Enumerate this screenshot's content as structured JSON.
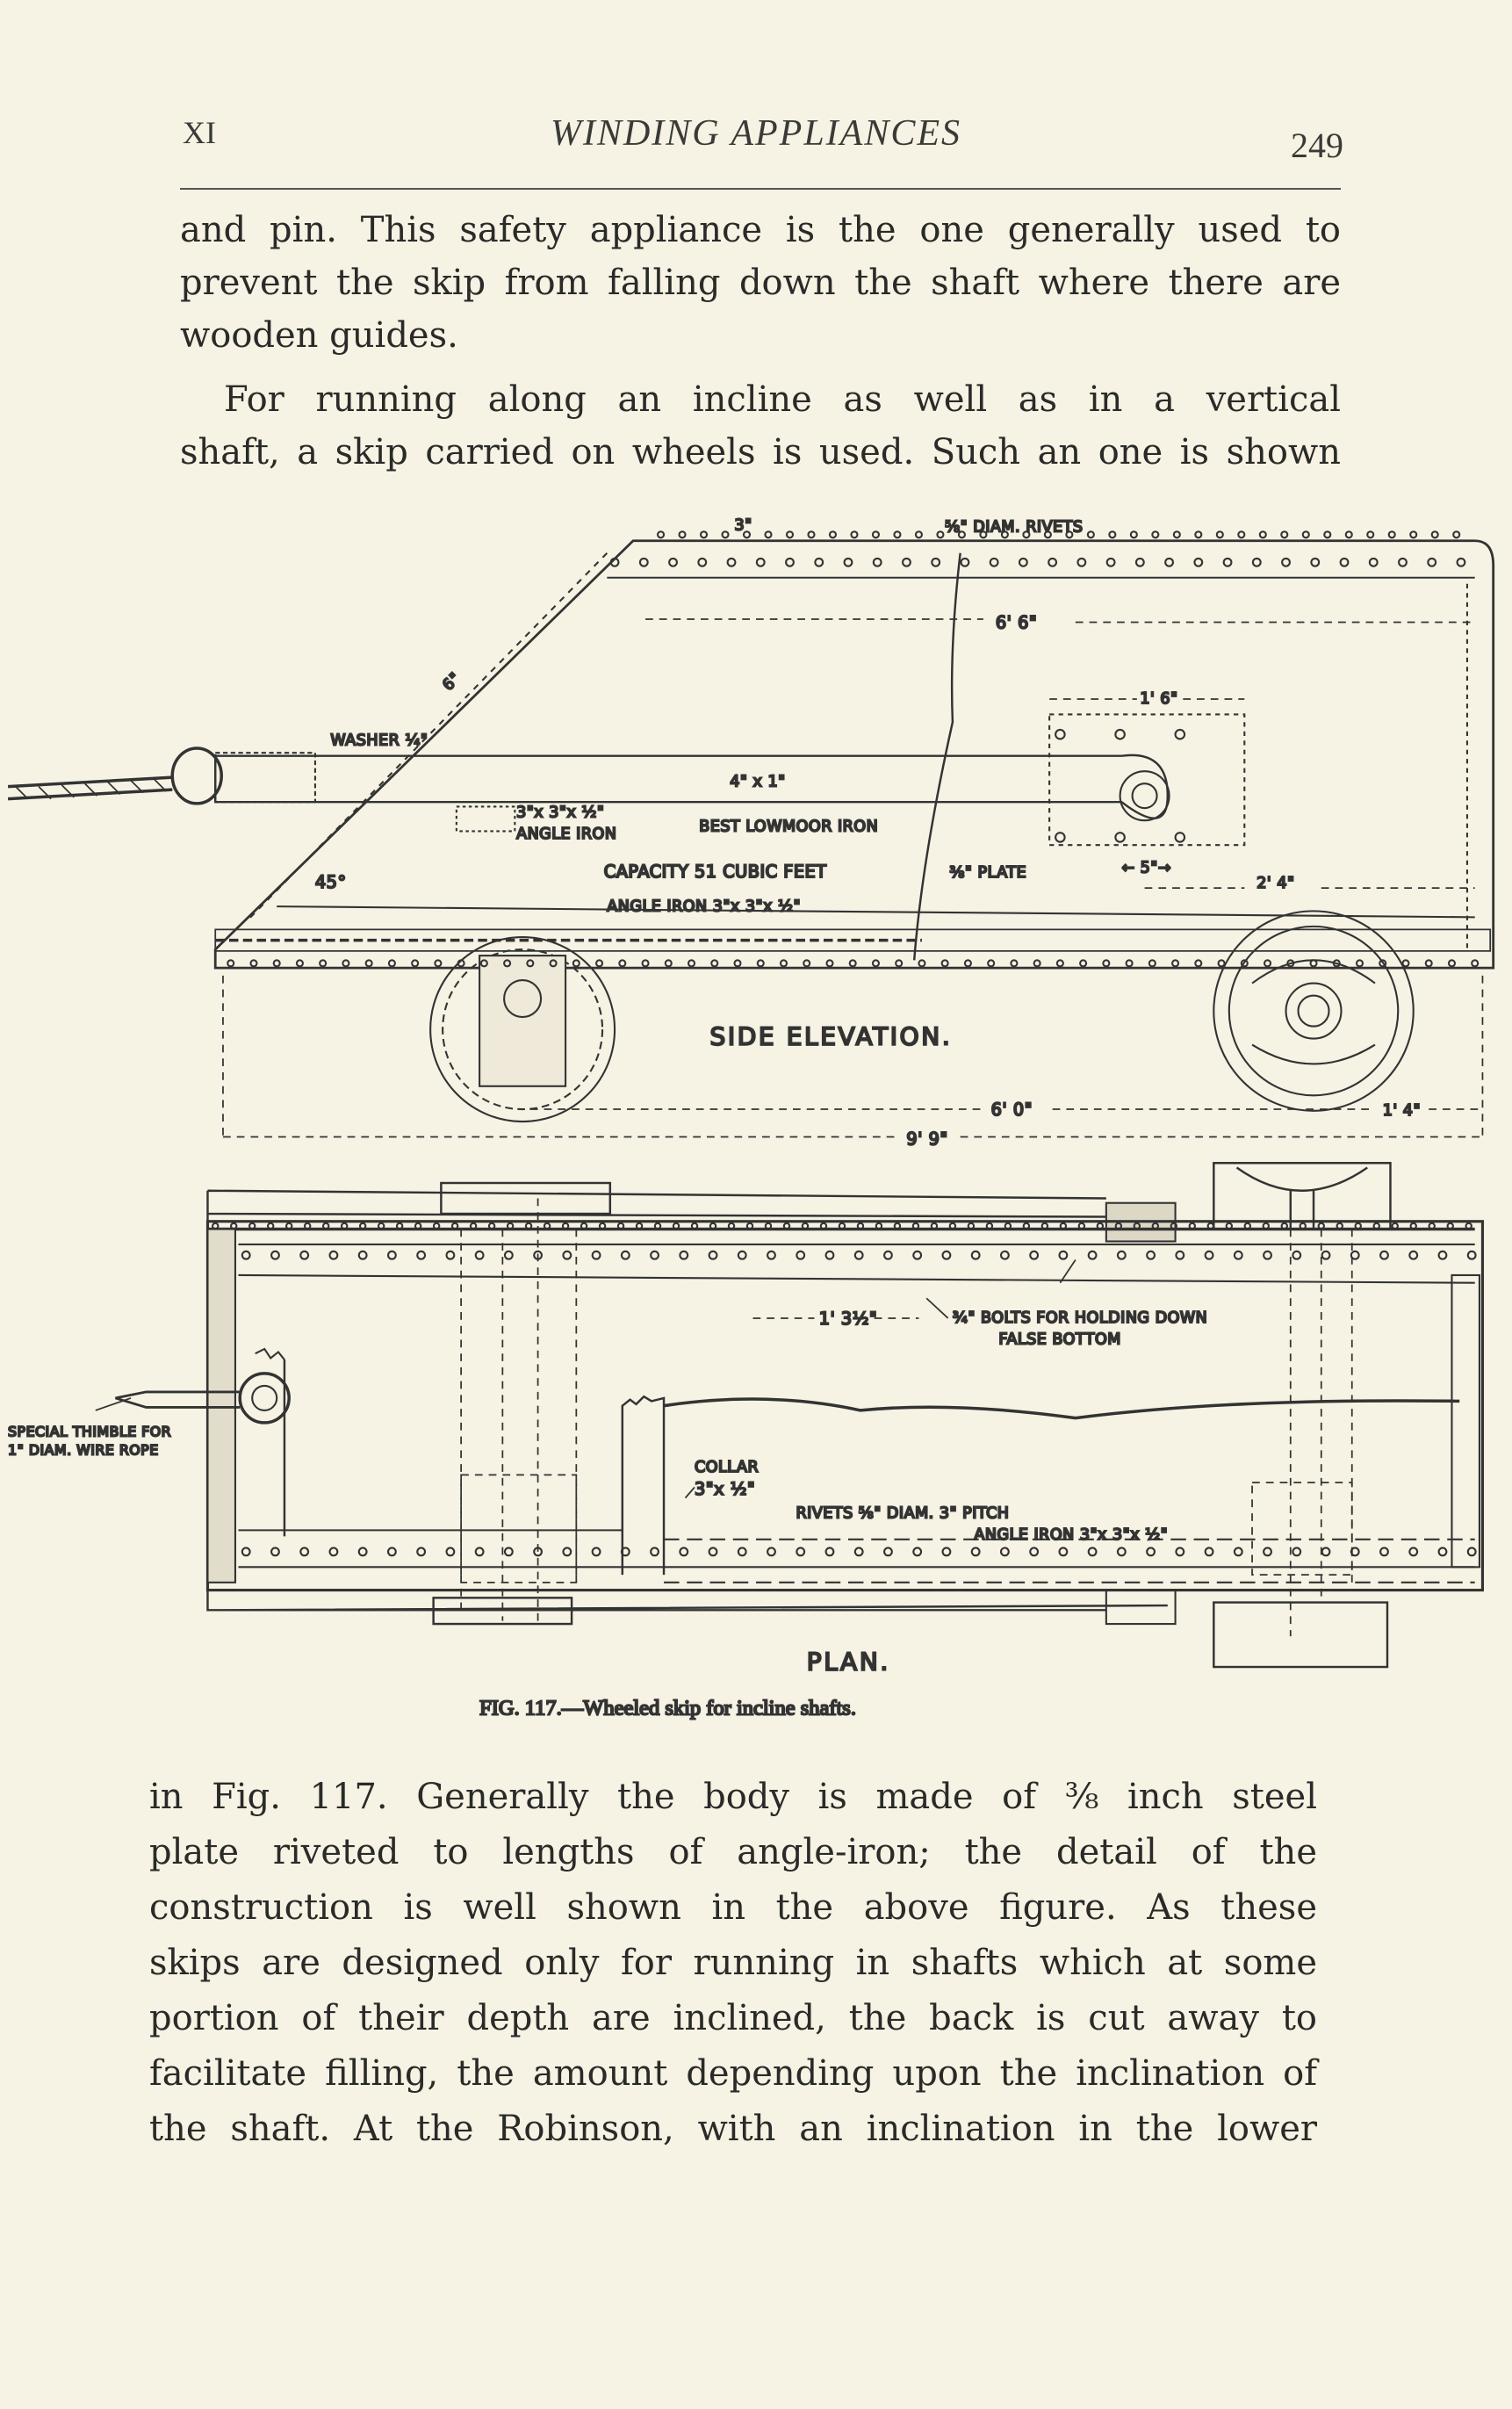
{
  "header": {
    "chapter": "XI",
    "title": "WINDING APPLIANCES",
    "page_number": "249"
  },
  "body": {
    "para1_lines": [
      "and pin.  This safety appliance is the one generally used to",
      "prevent the skip from falling down the shaft where there are",
      "wooden guides."
    ],
    "para2_lines": [
      "For running along an incline as well as in a vertical",
      "shaft, a skip carried on wheels is used.  Such an one is shown"
    ],
    "para3_lines": [
      "in Fig. 117.  Generally the body is made of ⅜ inch steel",
      "plate riveted to lengths of angle-iron; the detail of the",
      "construction is well shown in the above figure.  As these",
      "skips are designed only for running in shafts which at some",
      "portion of their depth are inclined, the back is cut away to",
      "facilitate filling, the amount depending upon the inclination of",
      "the shaft.  At the Robinson, with an inclination in the lower"
    ]
  },
  "figure": {
    "side": {
      "rivets": "⅝\" DIAM. RIVETS",
      "pitch": "3\"",
      "six_in": "6\"",
      "washer": "WASHER ¼\"",
      "bar_size": "4\" x 1\"",
      "angle_small": "3\"x 3\"x ½\"",
      "angle_small_label": "ANGLE IRON",
      "lowmoor": "BEST LOWMOOR IRON",
      "capacity": "CAPACITY 51 CUBIC FEET",
      "plate": "⅜\" PLATE",
      "angle": "45°",
      "angle_iron": "ANGLE IRON  3\"x 3\"x ½\"",
      "title": "SIDE ELEVATION.",
      "dim_66": "6' 6\"",
      "dim_16": "1' 6\"",
      "dim_5": "← 5\"→",
      "dim_24": "2' 4\"",
      "dim_60": "6' 0\"",
      "dim_14": "1' 4\"",
      "dim_99": "9' 9\""
    },
    "plan": {
      "thimble_1": "SPECIAL THIMBLE FOR",
      "thimble_2": "1\" DIAM. WIRE ROPE",
      "dim_13": "1' 3½\"",
      "bolts_1": "¾\" BOLTS FOR HOLDING DOWN",
      "bolts_2": "FALSE BOTTOM",
      "collar_1": "COLLAR",
      "collar_2": "3\"x ½\"",
      "rivets": "RIVETS ⅝\" DIAM.  3\" PITCH",
      "angle_iron": "ANGLE IRON  3\"x 3\"x ½\"",
      "title": "PLAN."
    },
    "caption": "FIG. 117.—Wheeled skip for incline shafts."
  }
}
